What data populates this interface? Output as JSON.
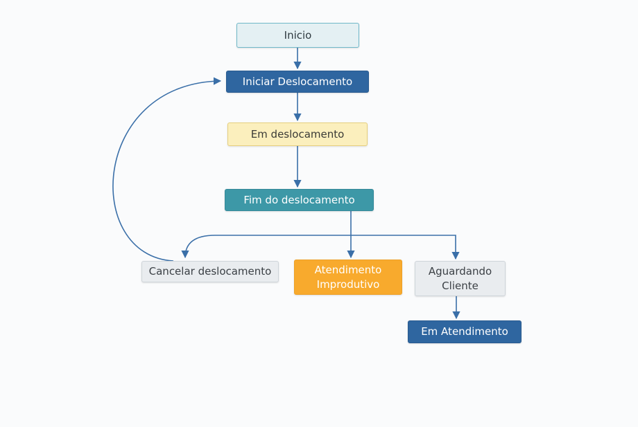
{
  "diagram": {
    "type": "flowchart",
    "nodes": {
      "inicio": "Inicio",
      "iniciar_deslocamento": "Iniciar Deslocamento",
      "em_deslocamento": "Em deslocamento",
      "fim_do_deslocamento": "Fim do deslocamento",
      "cancelar_deslocamento": "Cancelar deslocamento",
      "atendimento_improdutivo": "Atendimento Improdutivo",
      "aguardando_cliente": "Aguardando Cliente",
      "em_atendimento": "Em Atendimento"
    },
    "edges": [
      {
        "from": "Inicio",
        "to": "Iniciar Deslocamento"
      },
      {
        "from": "Iniciar Deslocamento",
        "to": "Em deslocamento"
      },
      {
        "from": "Em deslocamento",
        "to": "Fim do deslocamento"
      },
      {
        "from": "Fim do deslocamento",
        "to": "Cancelar deslocamento"
      },
      {
        "from": "Fim do deslocamento",
        "to": "Atendimento Improdutivo"
      },
      {
        "from": "Fim do deslocamento",
        "to": "Aguardando Cliente"
      },
      {
        "from": "Cancelar deslocamento",
        "to": "Iniciar Deslocamento"
      },
      {
        "from": "Aguardando Cliente",
        "to": "Em Atendimento"
      }
    ],
    "colors": {
      "start": "#e4f0f3",
      "primary": "#2f66a0",
      "in_progress": "#fbefbd",
      "end_travel": "#3d98a7",
      "neutral": "#e9ecef",
      "warning": "#f8aa2d",
      "edge": "#3a6fa8"
    }
  }
}
